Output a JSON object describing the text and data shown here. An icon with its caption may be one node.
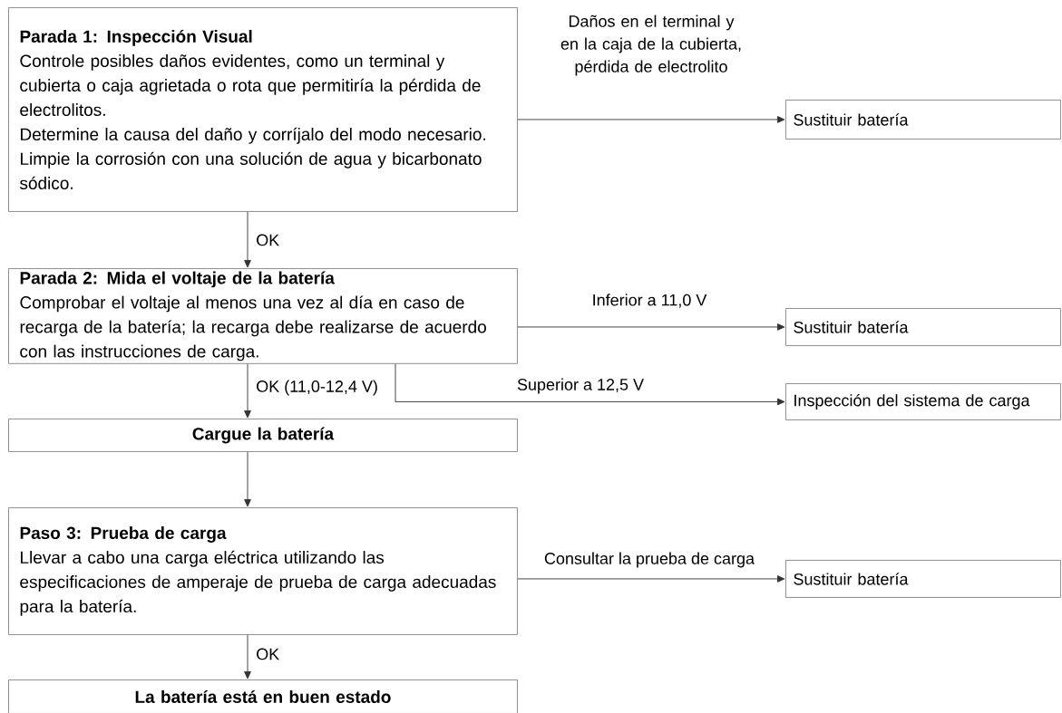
{
  "diagram": {
    "nodes": [
      {
        "text": [
          "Parada 1: Inspección Visual",
          "Controle posibles daños evidentes, como un terminal y cubierta o caja agrietada o rota que permitiría la pérdida de electrolitos.",
          "Determine la causa del daño y corríjalo del modo necesario.",
          "Limpie la corrosión con una solución de agua y bicarbonato sódico."
        ]
      },
      {
        "text": [
          "Sustituir batería"
        ]
      },
      {
        "text": [
          "Parada 2: Mida el voltaje de la batería",
          "Comprobar el voltaje al menos una vez al día en caso de recarga de la batería; la recarga debe realizarse de acuerdo con las instrucciones de carga."
        ]
      },
      {
        "text": [
          "Sustituir batería"
        ]
      },
      {
        "text": [
          "Inspección del sistema de carga"
        ]
      },
      {
        "text": [
          "Cargue la batería"
        ]
      },
      {
        "text": [
          "Paso 3: Prueba de carga",
          "Llevar a cabo una carga eléctrica utilizando las especificaciones de amperaje de prueba de carga adecuadas para la batería."
        ]
      },
      {
        "text": [
          "Sustituir batería"
        ]
      },
      {
        "text": [
          "La batería está en buen estado"
        ]
      }
    ],
    "edges": [
      {
        "from": 0,
        "to": 1,
        "arrow": "to",
        "label": "Daños en el terminal y en la caja de la cubierta, pérdida de electrolito"
      },
      {
        "from": 0,
        "to": 2,
        "arrow": "to",
        "label": "OK"
      },
      {
        "from": 2,
        "to": 3,
        "arrow": "to",
        "label": "Inferior a 11,0 V"
      },
      {
        "from": 2,
        "to": 4,
        "arrow": "to",
        "label": "Superior a 12,5 V"
      },
      {
        "from": 2,
        "to": 5,
        "arrow": "to",
        "label": "OK (11,0-12,4 V)"
      },
      {
        "from": 5,
        "to": 6,
        "arrow": "to"
      },
      {
        "from": 6,
        "to": 7,
        "arrow": "to",
        "label": "Consultar la prueba de carga"
      },
      {
        "from": 6,
        "to": 8,
        "arrow": "to",
        "label": "OK"
      }
    ]
  }
}
